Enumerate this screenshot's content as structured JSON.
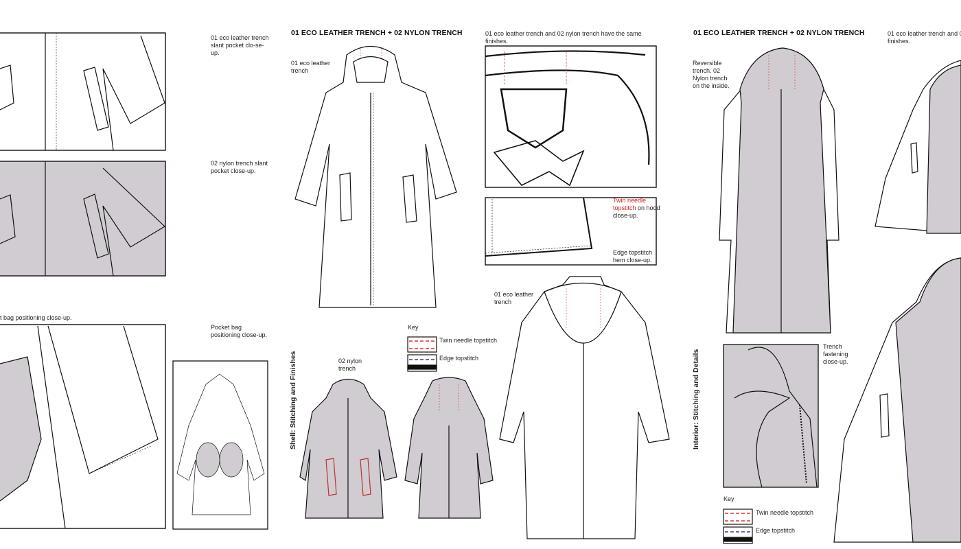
{
  "left": {
    "pocket_eco_label": "01 eco leather trench slant pocket clo-se-up.",
    "pocket_nylon_label": "02 nylon trench slant pocket close-up.",
    "bag_partial_label": "t bag positioning close-up.",
    "bag_label": "Pocket bag positioning close-up."
  },
  "shell": {
    "title": "01 ECO LEATHER TRENCH + 02 NYLON TRENCH",
    "section": "Shell: Stitching and Finishes",
    "eco_label": "01 eco leather trench",
    "nylon_label": "02 nylon trench",
    "same_finishes": "01 eco leather trench and 02 nylon trench have the same finishes.",
    "twin_red": "Twin needle topstitch",
    "twin_rest": " on hood close-up.",
    "edge_hem": "Edge topstitch hem close-up.",
    "eco_back_label": "01 eco leather trench",
    "key": {
      "title": "Key",
      "twin": "Twin needle topstitch",
      "edge": "Edge topstitch"
    }
  },
  "interior": {
    "title": "01 ECO LEATHER TRENCH + 02 NYLON TRENCH",
    "section": "Interior: Stitching and Details",
    "reversible": "Reversible trench. 02 Nylon trench on the inside.",
    "fastening": "Trench fastening close-up.",
    "partial": "01 eco leather trench and 0 finishes.",
    "key": {
      "title": "Key",
      "twin": "Twin needle topstitch",
      "edge": "Edge topstitch"
    }
  },
  "colors": {
    "fill": "#d0ccd1",
    "twin": "#e03030",
    "edge": "#2a3f8f",
    "line": "#111111"
  }
}
